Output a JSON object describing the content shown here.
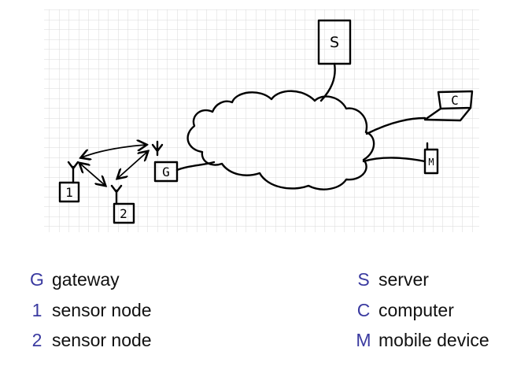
{
  "diagram": {
    "labels": {
      "server": "S",
      "computer": "C",
      "mobile": "M",
      "gateway": "G",
      "sensor1": "1",
      "sensor2": "2"
    }
  },
  "legend": {
    "left": [
      {
        "symbol": "G",
        "text": "gateway"
      },
      {
        "symbol": "1",
        "text": "sensor node"
      },
      {
        "symbol": "2",
        "text": "sensor node"
      }
    ],
    "right": [
      {
        "symbol": "S",
        "text": "server"
      },
      {
        "symbol": "C",
        "text": "computer"
      },
      {
        "symbol": "M",
        "text": "mobile device"
      }
    ]
  },
  "colors": {
    "legend_symbol": "#3a3aa0",
    "grid": "#d9d9d9",
    "ink": "#000000"
  }
}
